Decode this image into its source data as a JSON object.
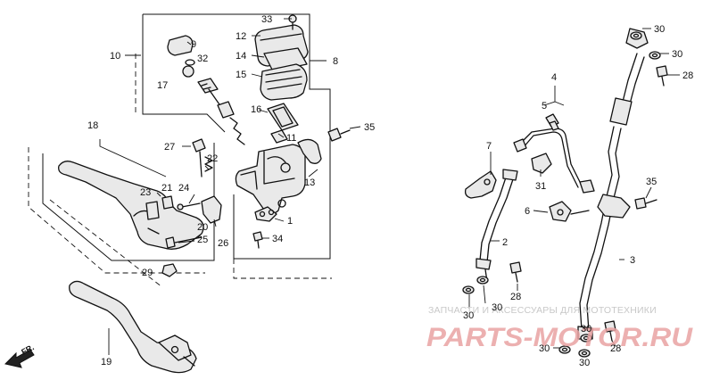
{
  "watermark": {
    "tagline": "ЗАПЧАСТИ И АКСЕССУАРЫ ДЛЯ МОТОТЕХНИКИ",
    "logo": "PARTS-MOTOR.RU"
  },
  "direction_label": "FR.",
  "callouts": {
    "c1": "1",
    "c2": "2",
    "c3": "3",
    "c4": "4",
    "c5": "5",
    "c6": "6",
    "c7": "7",
    "c8": "8",
    "c9": "9",
    "c10": "10",
    "c11": "11",
    "c12": "12",
    "c13": "13",
    "c14": "14",
    "c15": "15",
    "c16": "16",
    "c17": "17",
    "c18": "18",
    "c19": "19",
    "c20": "20",
    "c21": "21",
    "c22": "22",
    "c23": "23",
    "c24": "24",
    "c25": "25",
    "c26": "26",
    "c27": "27",
    "c28a": "28",
    "c28b": "28",
    "c28c": "28",
    "c29": "29",
    "c30a": "30",
    "c30b": "30",
    "c30c": "30",
    "c30d": "30",
    "c30e": "30",
    "c30f": "30",
    "c30g": "30",
    "c31": "31",
    "c32": "32",
    "c33": "33",
    "c34": "34",
    "c35a": "35",
    "c35b": "35"
  }
}
